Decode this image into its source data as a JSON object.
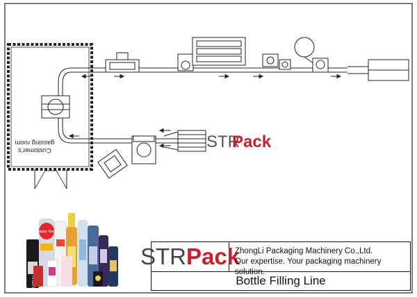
{
  "layout_labels": {
    "customers_gassing_room": [
      "Customer's",
      "gassing room"
    ],
    "brand_left": "STR",
    "brand_right": "Pack"
  },
  "title_block": {
    "logo_left": "STR",
    "logo_right": "Pack",
    "company_name": "ZhongLi Packaging Machinery Co.,Ltd.",
    "slogan": "Our expertise. Your packaging machinery solution.",
    "caption": "Bottle Filling Line"
  },
  "product_photo": {
    "labels": [
      "VIDAL",
      "Happy Base"
    ]
  },
  "colors": {
    "line": "#222222",
    "brand_red": "#c8202a",
    "brand_gray": "#444444"
  }
}
